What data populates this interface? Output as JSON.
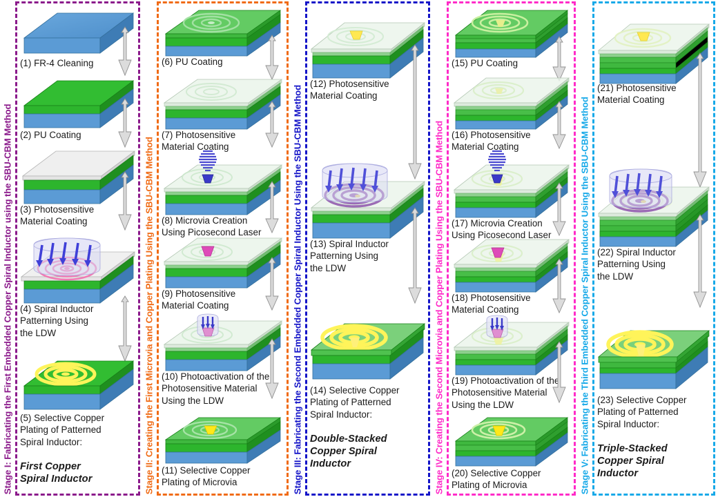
{
  "figure": {
    "type": "process-flow-diagram",
    "background": "#ffffff",
    "colors": {
      "stage1": "#8B1A8B",
      "stage2": "#F06B16",
      "stage3": "#1414C8",
      "stage4": "#FF2BC8",
      "stage5": "#17A9E8",
      "fr4_substrate": "#5B9BD5",
      "fr4_substrate_side": "#3E7CB5",
      "pu_coating": "#2DB52D",
      "pu_coating_side": "#1F8F1F",
      "photosensitive": "#EDEDED",
      "copper_trace": "#FFF45A",
      "laser_beam": "#4040D8",
      "laser_cylinder": "#DCDCF5",
      "pink_spiral": "#F06BAA",
      "purple_spiral": "#9B6BB5",
      "magenta_via": "#E040B0",
      "yellow_via": "#FFE81A",
      "arrow_body": "#D9D9D9",
      "arrow_edge": "#9A9A9A"
    }
  },
  "stages": [
    {
      "id": "stage-1",
      "label": "Stage I: Fabricating the First Embedded Copper Spiral Inductor using the SBU-CBM Method",
      "color": "#8B1A8B",
      "steps": [
        {
          "num": "(1)",
          "caption": "(1) FR-4 Cleaning",
          "icon": "substrate-block"
        },
        {
          "num": "(2)",
          "caption": "(2) PU Coating",
          "icon": "pu-coated-block"
        },
        {
          "num": "(3)",
          "caption": "(3) Photosensitive\nMaterial Coating",
          "icon": "photosensitive-coated-block"
        },
        {
          "num": "(4)",
          "caption": "(4) Spiral Inductor\nPatterning Using\nthe LDW",
          "icon": "ldw-laser-spiral-block"
        },
        {
          "num": "(5)",
          "caption": "(5) Selective Copper\nPlating of Patterned\nSpiral Inductor:",
          "highlight": "First Copper\nSpiral Inductor",
          "icon": "plated-spiral-block"
        }
      ]
    },
    {
      "id": "stage-2",
      "label": "Stage II: Creating the First Microvia and Copper Plating Using the SBU-CBM Method",
      "color": "#F06B16",
      "steps": [
        {
          "num": "(6)",
          "caption": "(6) PU Coating",
          "icon": "pu-over-spiral-block"
        },
        {
          "num": "(7)",
          "caption": "(7) Photosensitive\nMaterial Coating",
          "icon": "photosensitive-coated-block"
        },
        {
          "num": "(8)",
          "caption": "(8) Microvia Creation\nUsing Picosecond Laser",
          "icon": "picosecond-laser-block"
        },
        {
          "num": "(9)",
          "caption": "(9) Photosensitive\nMaterial Coating",
          "icon": "magenta-via-block"
        },
        {
          "num": "(10)",
          "caption": "(10) Photoactivation of the\nPhotosensitive Material\nUsing the LDW",
          "icon": "ldw-via-activation-block"
        },
        {
          "num": "(11)",
          "caption": "(11) Selective Copper\nPlating of Microvia",
          "icon": "plated-microvia-block"
        }
      ]
    },
    {
      "id": "stage-3",
      "label": "Stage III: Fabricating the Second Embedded Copper Spiral Inductor Using the SBU-CBM Method",
      "color": "#1414C8",
      "steps": [
        {
          "num": "(12)",
          "caption": "(12) Photosensitive\nMaterial Coating",
          "icon": "photosensitive-over-via-block"
        },
        {
          "num": "(13)",
          "caption": "(13) Spiral Inductor\nPatterning Using\nthe LDW",
          "icon": "ldw-laser-purple-spiral-block"
        },
        {
          "num": "(14)",
          "caption": "(14) Selective Copper\nPlating of Patterned\nSpiral Inductor:",
          "highlight": "Double-Stacked\nCopper Spiral\nInductor",
          "icon": "double-stacked-spiral-block"
        }
      ]
    },
    {
      "id": "stage-4",
      "label": "Stage IV: Creating the Second Microvia and Copper Plating Using the SBU-CBM Method",
      "color": "#FF2BC8",
      "steps": [
        {
          "num": "(15)",
          "caption": "(15) PU Coating",
          "icon": "pu-over-double-spiral-block"
        },
        {
          "num": "(16)",
          "caption": "(16) Photosensitive\nMaterial Coating",
          "icon": "photosensitive-coated-block"
        },
        {
          "num": "(17)",
          "caption": "(17) Microvia Creation\nUsing Picosecond Laser",
          "icon": "picosecond-laser-block"
        },
        {
          "num": "(18)",
          "caption": "(18) Photosensitive\nMaterial Coating",
          "icon": "magenta-via-block"
        },
        {
          "num": "(19)",
          "caption": "(19) Photoactivation of the\nPhotosensitive Material\nUsing the LDW",
          "icon": "ldw-via-activation-block"
        },
        {
          "num": "(20)",
          "caption": "(20) Selective Copper\nPlating of Microvia",
          "icon": "plated-microvia-block"
        }
      ]
    },
    {
      "id": "stage-5",
      "label": "Stage V: Fabricating the Third Embedded Copper Spiral Inductor Using the SBU-CBM Method",
      "color": "#17A9E8",
      "steps": [
        {
          "num": "(21)",
          "caption": "(21) Photosensitive\nMaterial Coating",
          "icon": "photosensitive-over-via-block"
        },
        {
          "num": "(22)",
          "caption": "(22) Spiral Inductor\nPatterning Using\nthe LDW",
          "icon": "ldw-laser-purple-spiral-block"
        },
        {
          "num": "(23)",
          "caption": "(23) Selective Copper\nPlating of Patterned\nSpiral Inductor:",
          "highlight": "Triple-Stacked\nCopper Spiral\nInductor",
          "icon": "triple-stacked-spiral-block"
        }
      ]
    }
  ]
}
